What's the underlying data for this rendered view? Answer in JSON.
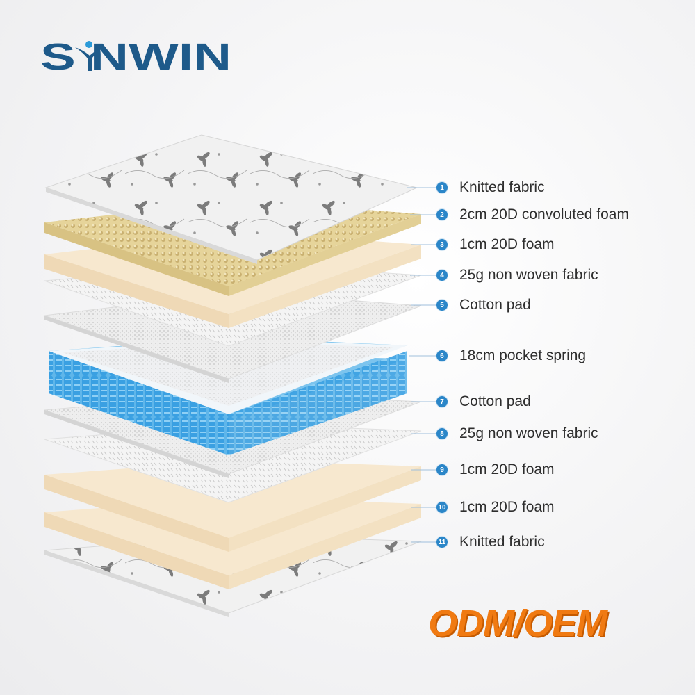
{
  "brand": {
    "name": "SYNWIN",
    "color": "#1e5a8a",
    "accent": "#2b9ad8"
  },
  "badge_color": "#2b86c8",
  "layers": [
    {
      "num": "1",
      "label": "Knitted fabric",
      "material": "knitted-fabric"
    },
    {
      "num": "2",
      "label": "2cm 20D convoluted foam",
      "material": "convoluted-foam"
    },
    {
      "num": "3",
      "label": "1cm 20D foam",
      "material": "foam"
    },
    {
      "num": "4",
      "label": "25g non woven fabric",
      "material": "non-woven"
    },
    {
      "num": "5",
      "label": "Cotton pad",
      "material": "cotton-pad"
    },
    {
      "num": "6",
      "label": "18cm pocket spring",
      "material": "pocket-spring"
    },
    {
      "num": "7",
      "label": "Cotton pad",
      "material": "cotton-pad"
    },
    {
      "num": "8",
      "label": "25g non woven fabric",
      "material": "non-woven"
    },
    {
      "num": "9",
      "label": "1cm 20D foam",
      "material": "foam"
    },
    {
      "num": "10",
      "label": "1cm 20D foam",
      "material": "foam"
    },
    {
      "num": "11",
      "label": "Knitted fabric",
      "material": "knitted-fabric"
    }
  ],
  "footer_badge": "ODM/OEM",
  "footer_color": "#f07a12"
}
